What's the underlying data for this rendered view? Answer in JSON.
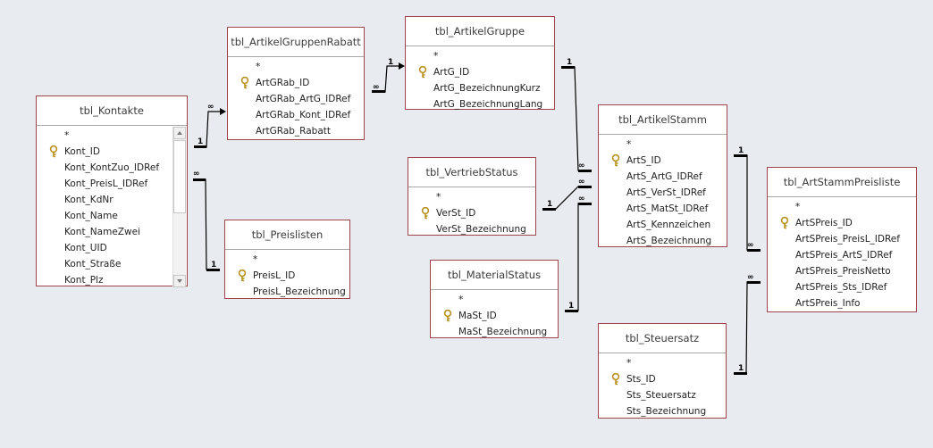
{
  "diagram": {
    "type": "relationships",
    "tables": [
      {
        "id": "kontakte",
        "name": "tbl_Kontakte",
        "fields": [
          "*",
          "Kont_ID",
          "Kont_KontZuo_IDRef",
          "Kont_PreisL_IDRef",
          "Kont_KdNr",
          "Kont_Name",
          "Kont_NameZwei",
          "Kont_UID",
          "Kont_Straße",
          "Kont_Plz"
        ],
        "primary_key": "Kont_ID",
        "scrollable": true
      },
      {
        "id": "artikelgruppenrabatt",
        "name": "tbl_ArtikelGruppenRabatt",
        "fields": [
          "*",
          "ArtGRab_ID",
          "ArtGRab_ArtG_IDRef",
          "ArtGRab_Kont_IDRef",
          "ArtGRab_Rabatt"
        ],
        "primary_key": "ArtGRab_ID"
      },
      {
        "id": "artikelgruppe",
        "name": "tbl_ArtikelGruppe",
        "fields": [
          "*",
          "ArtG_ID",
          "ArtG_BezeichnungKurz",
          "ArtG_BezeichnungLang"
        ],
        "primary_key": "ArtG_ID"
      },
      {
        "id": "artikelstamm",
        "name": "tbl_ArtikelStamm",
        "fields": [
          "*",
          "ArtS_ID",
          "ArtS_ArtG_IDRef",
          "ArtS_VerSt_IDRef",
          "ArtS_MatSt_IDRef",
          "ArtS_Kennzeichen",
          "ArtS_Bezeichnung"
        ],
        "primary_key": "ArtS_ID"
      },
      {
        "id": "vertriebstatus",
        "name": "tbl_VertriebStatus",
        "fields": [
          "*",
          "VerSt_ID",
          "VerSt_Bezeichnung"
        ],
        "primary_key": "VerSt_ID"
      },
      {
        "id": "materialstatus",
        "name": "tbl_MaterialStatus",
        "fields": [
          "*",
          "MaSt_ID",
          "MaSt_Bezeichnung"
        ],
        "primary_key": "MaSt_ID"
      },
      {
        "id": "preislisten",
        "name": "tbl_Preislisten",
        "fields": [
          "*",
          "PreisL_ID",
          "PreisL_Bezeichnung"
        ],
        "primary_key": "PreisL_ID"
      },
      {
        "id": "artstammpreisliste",
        "name": "tbl_ArtStammPreisliste",
        "fields": [
          "*",
          "ArtSPreis_ID",
          "ArtSPreis_PreisL_IDRef",
          "ArtSPreis_ArtS_IDRef",
          "ArtSPreis_PreisNetto",
          "ArtSPreis_Sts_IDRef",
          "ArtSPreis_Info"
        ],
        "primary_key": "ArtSPreis_ID"
      },
      {
        "id": "steuersatz",
        "name": "tbl_Steuersatz",
        "fields": [
          "*",
          "Sts_ID",
          "Sts_Steuersatz",
          "Sts_Bezeichnung"
        ],
        "primary_key": "Sts_ID"
      }
    ],
    "relationships": [
      {
        "from": "tbl_Kontakte",
        "to": "tbl_ArtikelGruppenRabatt",
        "from_label": "1",
        "to_label": "∞"
      },
      {
        "from": "tbl_ArtikelGruppe",
        "to": "tbl_ArtikelGruppenRabatt",
        "from_label": "1",
        "to_label": "∞"
      },
      {
        "from": "tbl_Preislisten",
        "to": "tbl_Kontakte",
        "from_label": "1",
        "to_label": "∞"
      },
      {
        "from": "tbl_ArtikelGruppe",
        "to": "tbl_ArtikelStamm",
        "from_label": "1",
        "to_label": "∞"
      },
      {
        "from": "tbl_VertriebStatus",
        "to": "tbl_ArtikelStamm",
        "from_label": "1",
        "to_label": "∞"
      },
      {
        "from": "tbl_MaterialStatus",
        "to": "tbl_ArtikelStamm",
        "from_label": "1",
        "to_label": "∞"
      },
      {
        "from": "tbl_ArtikelStamm",
        "to": "tbl_ArtStammPreisliste",
        "from_label": "1",
        "to_label": "∞"
      },
      {
        "from": "tbl_Steuersatz",
        "to": "tbl_ArtStammPreisliste",
        "from_label": "1",
        "to_label": "∞"
      }
    ],
    "colors": {
      "canvas": "#e8ecf1",
      "table_border": "#a0444c",
      "key_icon": "#d4a92a",
      "line": "#000000"
    }
  }
}
